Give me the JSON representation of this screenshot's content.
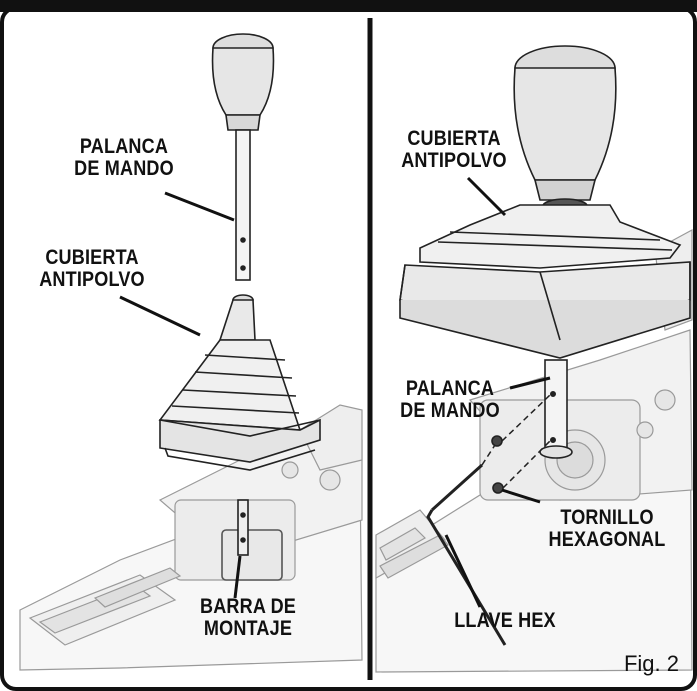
{
  "figure": "Fig. 2",
  "left_panel": {
    "label_lever": [
      "PALANCA",
      "DE MANDO"
    ],
    "label_boot": [
      "CUBIERTA",
      "ANTIPOLVO"
    ],
    "label_bar": [
      "BARRA DE",
      "MONTAJE"
    ]
  },
  "right_panel": {
    "label_boot": [
      "CUBIERTA",
      "ANTIPOLVO"
    ],
    "label_lever": [
      "PALANCA",
      "DE MANDO"
    ],
    "label_screw": [
      "TORNILLO",
      "HEXAGONAL"
    ],
    "label_key": [
      "LLAVE HEX"
    ]
  }
}
